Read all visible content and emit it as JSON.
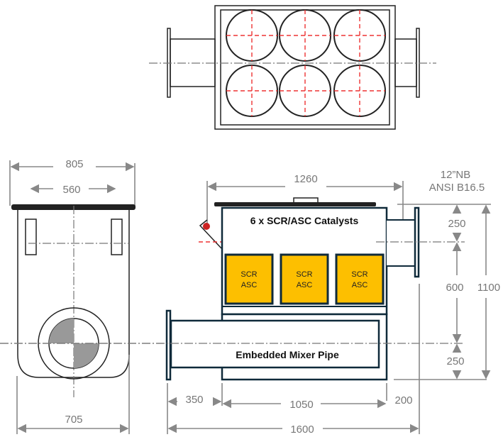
{
  "front_view": {
    "width_outer": "805",
    "width_inner": "560",
    "width_body": "705"
  },
  "side_view": {
    "catalyst_title": "6 x  SCR/ASC Catalysts",
    "catalysts": [
      {
        "line1": "SCR",
        "line2": "ASC"
      },
      {
        "line1": "SCR",
        "line2": "ASC"
      },
      {
        "line1": "SCR",
        "line2": "ASC"
      }
    ],
    "mixer_label": "Embedded Mixer Pipe",
    "flange_spec_line1": "12”NB",
    "flange_spec_line2": "ANSI B16.5",
    "dims": {
      "top": "1260",
      "upper": "250",
      "middle": "600",
      "lower": "250",
      "height": "1100",
      "inlet": "350",
      "body": "1050",
      "outlet": "200",
      "total": "1600"
    }
  },
  "colors": {
    "catalyst": "#fdbf00",
    "outline": "#0f2a3a",
    "centerline": "#e33333",
    "dimension": "#777777"
  }
}
